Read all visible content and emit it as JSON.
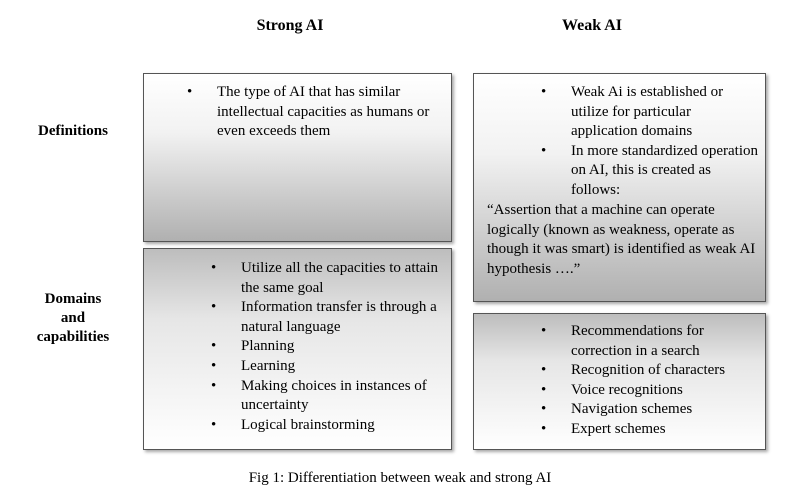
{
  "headers": {
    "strong": "Strong AI",
    "weak": "Weak AI"
  },
  "row_labels": {
    "definitions": "Definitions",
    "domains_line1": "Domains",
    "domains_line2": "and",
    "domains_line3": "capabilities"
  },
  "strong": {
    "definitions": [
      "The type of AI that has similar intellectual capacities as humans or even exceeds them"
    ],
    "domains": [
      "Utilize all the capacities to attain the same goal",
      "Information transfer is through a natural language",
      "Planning",
      "Learning",
      "Making choices in instances of uncertainty",
      "Logical brainstorming"
    ]
  },
  "weak": {
    "definitions": [
      "Weak Ai is established or utilize for particular application domains",
      "In more standardized operation on AI, this is created as follows:"
    ],
    "quote": "“Assertion that a machine can operate logically (known as weakness, operate as though it was smart) is identified as weak AI hypothesis ….”",
    "domains": [
      "Recommendations for correction in a search",
      "Recognition of characters",
      "Voice recognitions",
      "Navigation schemes",
      "Expert schemes"
    ]
  },
  "caption": "Fig 1: Differentiation between weak and strong AI"
}
